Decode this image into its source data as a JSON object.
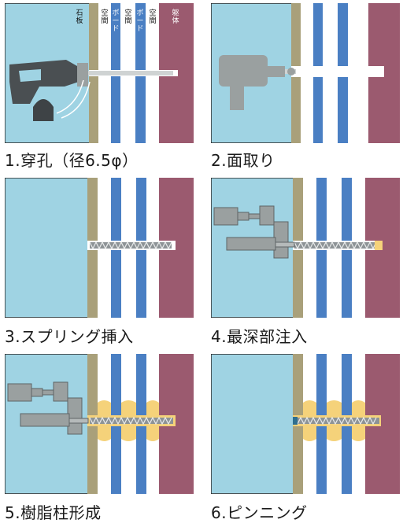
{
  "steps": [
    {
      "label": "1.穿孔（径6.5φ）"
    },
    {
      "label": "2.面取り"
    },
    {
      "label": "3.スプリング挿入"
    },
    {
      "label": "4.最深部注入"
    },
    {
      "label": "5.樹脂柱形成"
    },
    {
      "label": "6.ピンニング"
    }
  ],
  "layers": {
    "stone": "石板",
    "gap1": "空間",
    "board1": "ボード",
    "gap2": "空間",
    "board2": "ボード",
    "gap3": "空間",
    "body": "躯体"
  },
  "colors": {
    "background": "#9fd3e3",
    "stone": "#a9a07a",
    "gap": "#ffffff",
    "board": "#4a7fc3",
    "body": "#9b5a6f",
    "resin": "#f5d27a",
    "tool": "#9aa0a0",
    "spring": "#8d9396"
  }
}
